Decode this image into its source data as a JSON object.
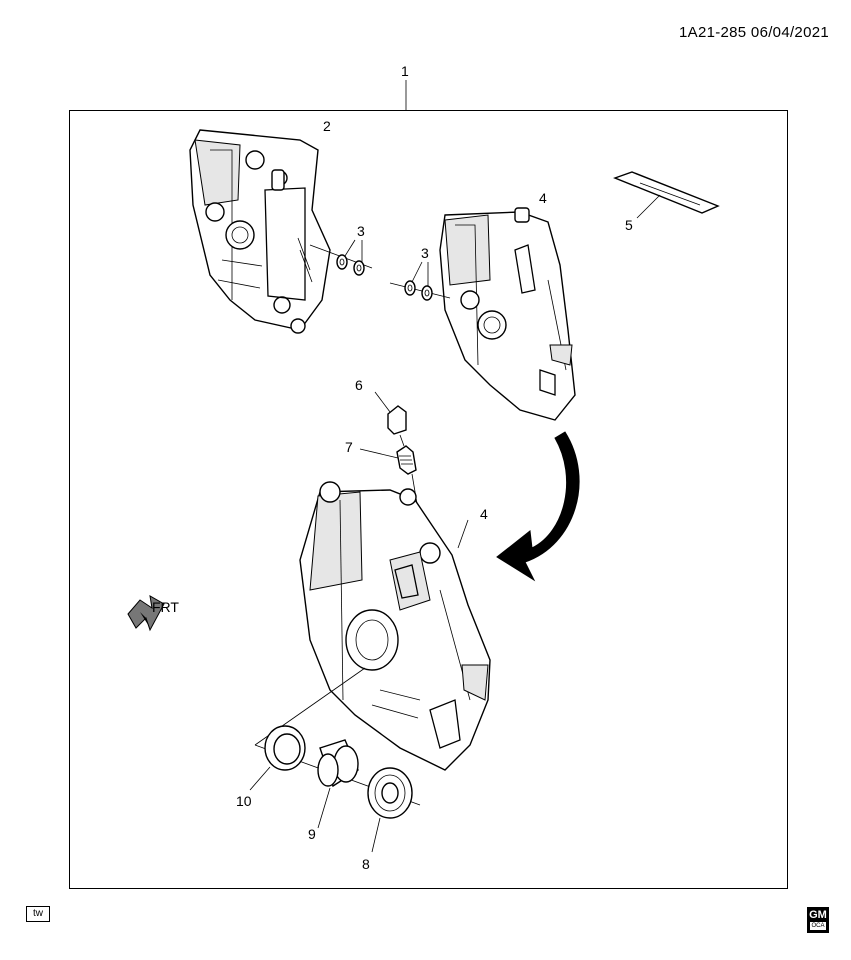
{
  "header": {
    "ref": "1A21-285  06/04/2021"
  },
  "callouts": {
    "c1": "1",
    "c2": "2",
    "c3a": "3",
    "c3b": "3",
    "c4a": "4",
    "c4b": "4",
    "c5": "5",
    "c6": "6",
    "c7": "7",
    "c8": "8",
    "c9": "9",
    "c10": "10"
  },
  "direction_label": "FRT",
  "footer": {
    "left_badge": "tw",
    "logo_text": "GM",
    "logo_sub": "OCA"
  },
  "icons": [
    "front-direction-arrow-icon",
    "gm-logo-icon",
    "rotation-arrow-icon"
  ]
}
